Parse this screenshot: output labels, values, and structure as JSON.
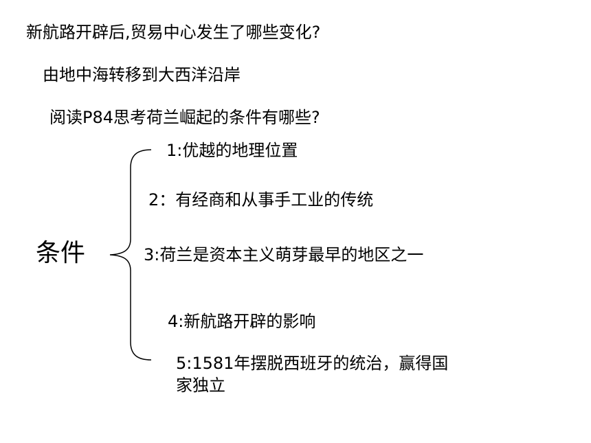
{
  "slide": {
    "question_trade_center": "新航路开辟后,贸易中心发生了哪些变化?",
    "answer_trade_center": "由地中海转移到大西洋沿岸",
    "question_rise_conditions": "阅读P84思考荷兰崛起的条件有哪些?",
    "conditions_label": "条件",
    "conditions": [
      "1:优越的地理位置",
      "2：有经商和从事手工业的传统",
      "3:荷兰是资本主义萌芽最早的地区之一",
      "4:新航路开辟的影响",
      "5:1581年摆脱西班牙的统治，赢得国家独立"
    ]
  }
}
